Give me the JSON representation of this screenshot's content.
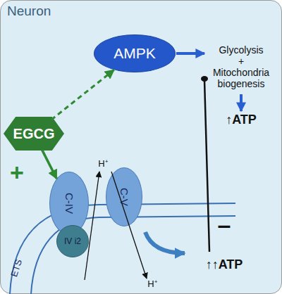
{
  "diagram": {
    "nodes": [
      {
        "text": [
          "Neuron"
        ]
      },
      {
        "text": [
          "AMPK"
        ],
        "in": 0
      },
      {
        "text": [
          "EGCG"
        ],
        "in": 0
      },
      {
        "text": [
          "C-IV"
        ],
        "in": 0
      },
      {
        "text": [
          "C-V"
        ],
        "in": 0
      },
      {
        "text": [
          "IV i2"
        ],
        "in": 0
      }
    ],
    "edges": [
      {
        "from": 2,
        "to": 1,
        "arrow": "to"
      },
      {
        "from": 2,
        "to": 3,
        "arrow": "to"
      }
    ],
    "labels": [
      "Glycolysis + Mitochondria biogenesis",
      "↑ATP",
      "+",
      "H⁺",
      "–",
      "↑↑ATP",
      "H⁺",
      "ETS"
    ]
  }
}
